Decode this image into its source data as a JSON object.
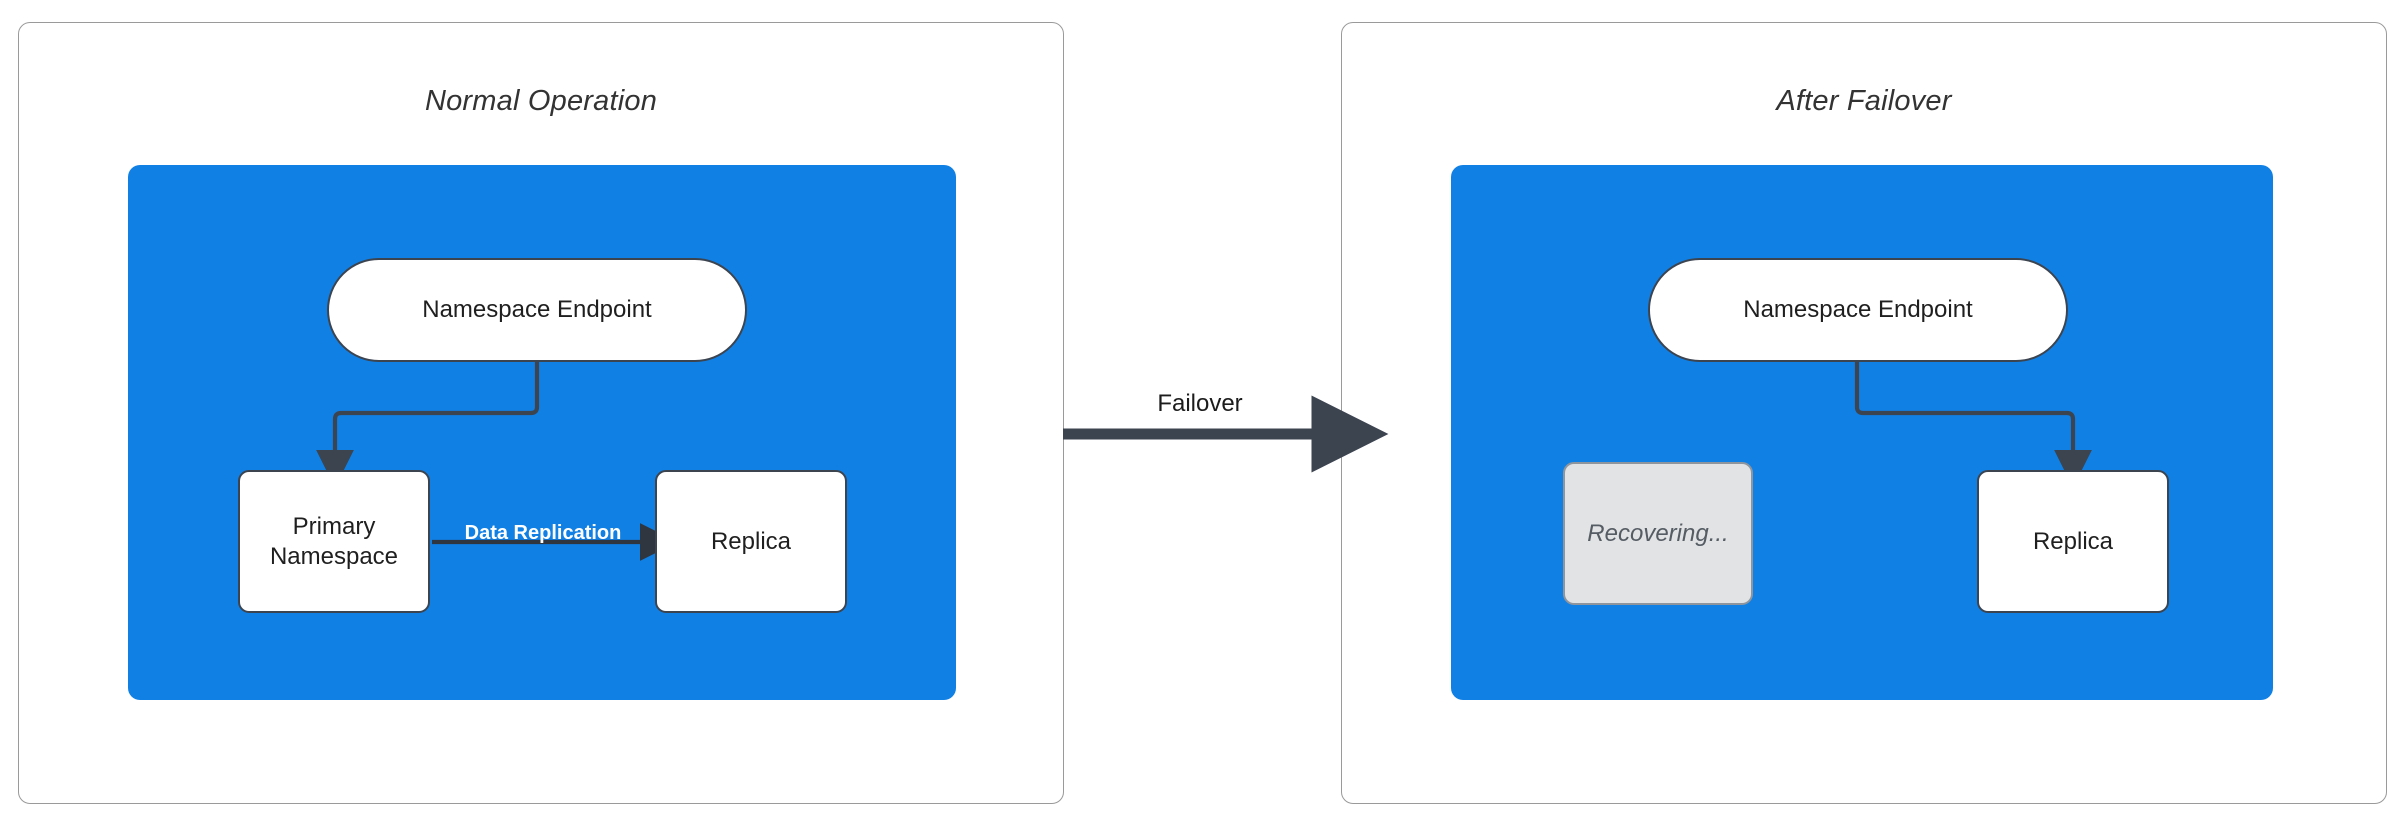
{
  "diagram": {
    "title_left": "Normal Operation",
    "title_right": "After Failover",
    "transition_label": "Failover",
    "replication_label": "Data Replication",
    "colors": {
      "zone_blue": "#1180E5",
      "node_fill": "#FFFFFF",
      "node_stroke": "#3C4450",
      "recovering_fill": "#E1E3E5",
      "recovering_text": "#555C63",
      "panel_border": "#9A9A9A",
      "connector": "#3C4450",
      "replication_text": "#FFFFFF"
    },
    "panels": [
      {
        "id": "normal-operation",
        "title": "Normal Operation",
        "nodes": [
          {
            "id": "endpoint",
            "label": "Namespace Endpoint",
            "shape": "pill",
            "state": "active"
          },
          {
            "id": "primary",
            "label": "Primary Namespace",
            "shape": "rect",
            "state": "active"
          },
          {
            "id": "replica",
            "label": "Replica",
            "shape": "rect",
            "state": "active"
          }
        ],
        "edges": [
          {
            "from": "endpoint",
            "to": "primary",
            "label": ""
          },
          {
            "from": "primary",
            "to": "replica",
            "label": "Data Replication"
          }
        ]
      },
      {
        "id": "after-failover",
        "title": "After Failover",
        "nodes": [
          {
            "id": "endpoint",
            "label": "Namespace Endpoint",
            "shape": "pill",
            "state": "active"
          },
          {
            "id": "recovering",
            "label": "Recovering...",
            "shape": "rect",
            "state": "recovering"
          },
          {
            "id": "replica",
            "label": "Replica",
            "shape": "rect",
            "state": "active"
          }
        ],
        "edges": [
          {
            "from": "endpoint",
            "to": "replica",
            "label": ""
          }
        ]
      }
    ],
    "labels": {
      "namespace_endpoint": "Namespace Endpoint",
      "primary_namespace_line1": "Primary",
      "primary_namespace_line2": "Namespace",
      "replica": "Replica",
      "recovering": "Recovering..."
    }
  }
}
